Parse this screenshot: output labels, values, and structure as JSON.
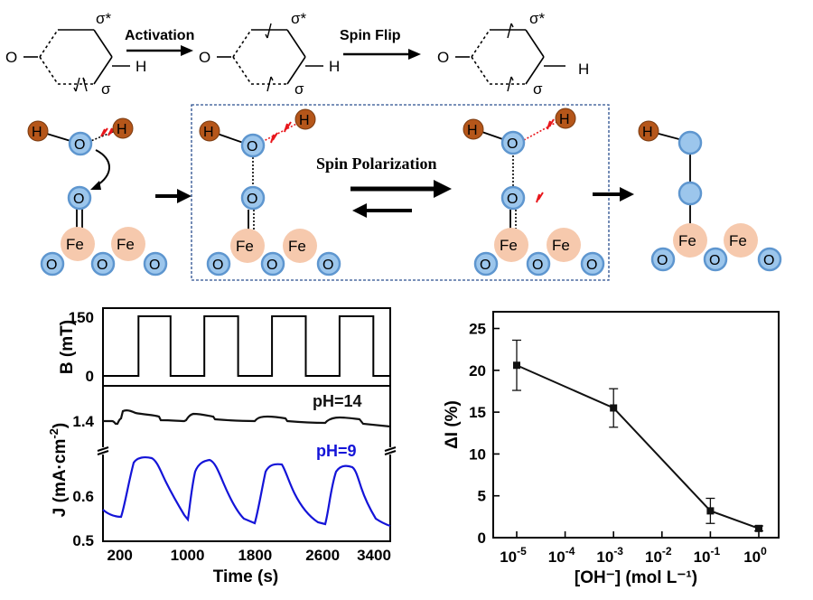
{
  "top_scheme": {
    "arrow_labels": [
      "Activation",
      "Spin Flip"
    ],
    "orbitals": [
      {
        "ligand": "O",
        "hydrogen": "H",
        "sigma_star": "σ*",
        "sigma": "σ",
        "electrons": "paired"
      },
      {
        "ligand": "O",
        "hydrogen": "H",
        "sigma_star": "σ*",
        "sigma": "σ",
        "electrons": "split-antiparallel"
      },
      {
        "ligand": "O",
        "hydrogen": "H",
        "sigma_star": "σ*",
        "sigma": "σ",
        "electrons": "split-parallel"
      }
    ]
  },
  "mechanism": {
    "box_label": "Spin Polarization",
    "atom_labels": {
      "hydrogen": "H",
      "oxygen": "O",
      "iron": "Fe"
    },
    "colors": {
      "hydrogen": "#b5561a",
      "oxygen": "#9cc6ec",
      "oxygen_edge": "#5e96cf",
      "iron": "#f6c9ad",
      "spin_arrow": "#e8161b",
      "box_border": "#2a4f8f"
    }
  },
  "left_chart": {
    "top_panel": {
      "ylabel": "B (mT)",
      "yticks": [
        "150",
        "0"
      ],
      "high": 150,
      "low": 0,
      "on_intervals": [
        [
          420,
          800
        ],
        [
          1200,
          1600
        ],
        [
          2000,
          2400
        ],
        [
          2800,
          3200
        ]
      ]
    },
    "bottom_panel": {
      "ylabel": "J (mA·cm",
      "ylabel_sup": "-2",
      "ylabel_close": ")",
      "yticks": [
        "1.4",
        "0.6",
        "0.5"
      ],
      "series": [
        {
          "name": "pH=14",
          "color": "#111111"
        },
        {
          "name": "pH=9",
          "color": "#1414d8"
        }
      ]
    },
    "xlabel": "Time (s)",
    "xticks": [
      "200",
      "1000",
      "1800",
      "2600",
      "3400"
    ],
    "xlim": [
      0,
      3400
    ]
  },
  "chart_data": {
    "type": "line",
    "title": "",
    "xlabel": "[OH⁻] (mol L⁻¹)",
    "ylabel": "ΔI (%)",
    "xscale": "log",
    "x": [
      1e-05,
      0.001,
      0.1,
      1
    ],
    "xtick_labels": [
      {
        "base": "10",
        "exp": "-5"
      },
      {
        "base": "10",
        "exp": "-4"
      },
      {
        "base": "10",
        "exp": "-3"
      },
      {
        "base": "10",
        "exp": "-2"
      },
      {
        "base": "10",
        "exp": "-1"
      },
      {
        "base": "10",
        "exp": "0"
      }
    ],
    "yticks": [
      "0",
      "5",
      "10",
      "15",
      "20",
      "25"
    ],
    "ylim": [
      0,
      27
    ],
    "series": [
      {
        "values": [
          20.6,
          15.5,
          3.2,
          1.1
        ],
        "errors": [
          3.0,
          2.3,
          1.5,
          0.3
        ]
      }
    ],
    "grid": false,
    "color": "#111111"
  }
}
